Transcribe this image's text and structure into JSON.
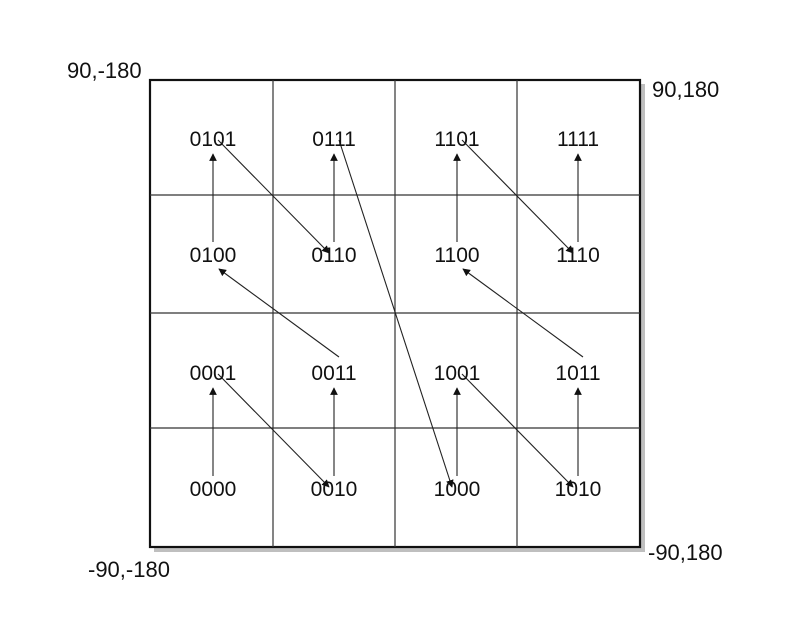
{
  "corners": {
    "top_left": "90,-180",
    "top_right": "90,180",
    "bottom_right": "-90,180",
    "bottom_left": "-90,-180"
  },
  "grid": {
    "rows": [
      [
        "0101",
        "0111",
        "1101",
        "1111"
      ],
      [
        "0100",
        "0110",
        "1100",
        "1110"
      ],
      [
        "0001",
        "0011",
        "1001",
        "1011"
      ],
      [
        "0000",
        "0010",
        "1000",
        "1010"
      ]
    ]
  },
  "traversal_order": [
    "0000",
    "0001",
    "0010",
    "0011",
    "0100",
    "0101",
    "0110",
    "0111",
    "1000",
    "1001",
    "1010",
    "1011",
    "1100",
    "1101",
    "1110",
    "1111"
  ],
  "colors": {
    "line": "#222222",
    "grid": "#333333",
    "shadow": "#bfbfbf",
    "background": "#ffffff"
  }
}
